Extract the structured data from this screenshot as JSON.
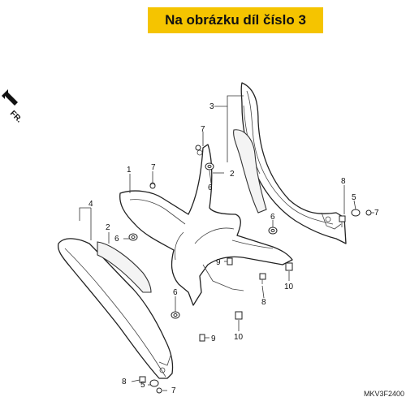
{
  "banner": {
    "text": "Na obrázku díl číslo 3",
    "color": "#f5c400"
  },
  "diagram": {
    "direction_label": "FR.",
    "drawing_code": "MKV3F2400",
    "callouts": {
      "c3": "3",
      "c2a": "2",
      "c2b": "2",
      "c1": "1",
      "c4": "4",
      "c7a": "7",
      "c7b": "7",
      "c7c": "7",
      "c7d": "7",
      "c6a": "6",
      "c6b": "6",
      "c6c": "6",
      "c6d": "6",
      "c5a": "5",
      "c5b": "5",
      "c8a": "8",
      "c8b": "8",
      "c8c": "8",
      "c9a": "9",
      "c9b": "9",
      "c10a": "10",
      "c10b": "10"
    }
  }
}
